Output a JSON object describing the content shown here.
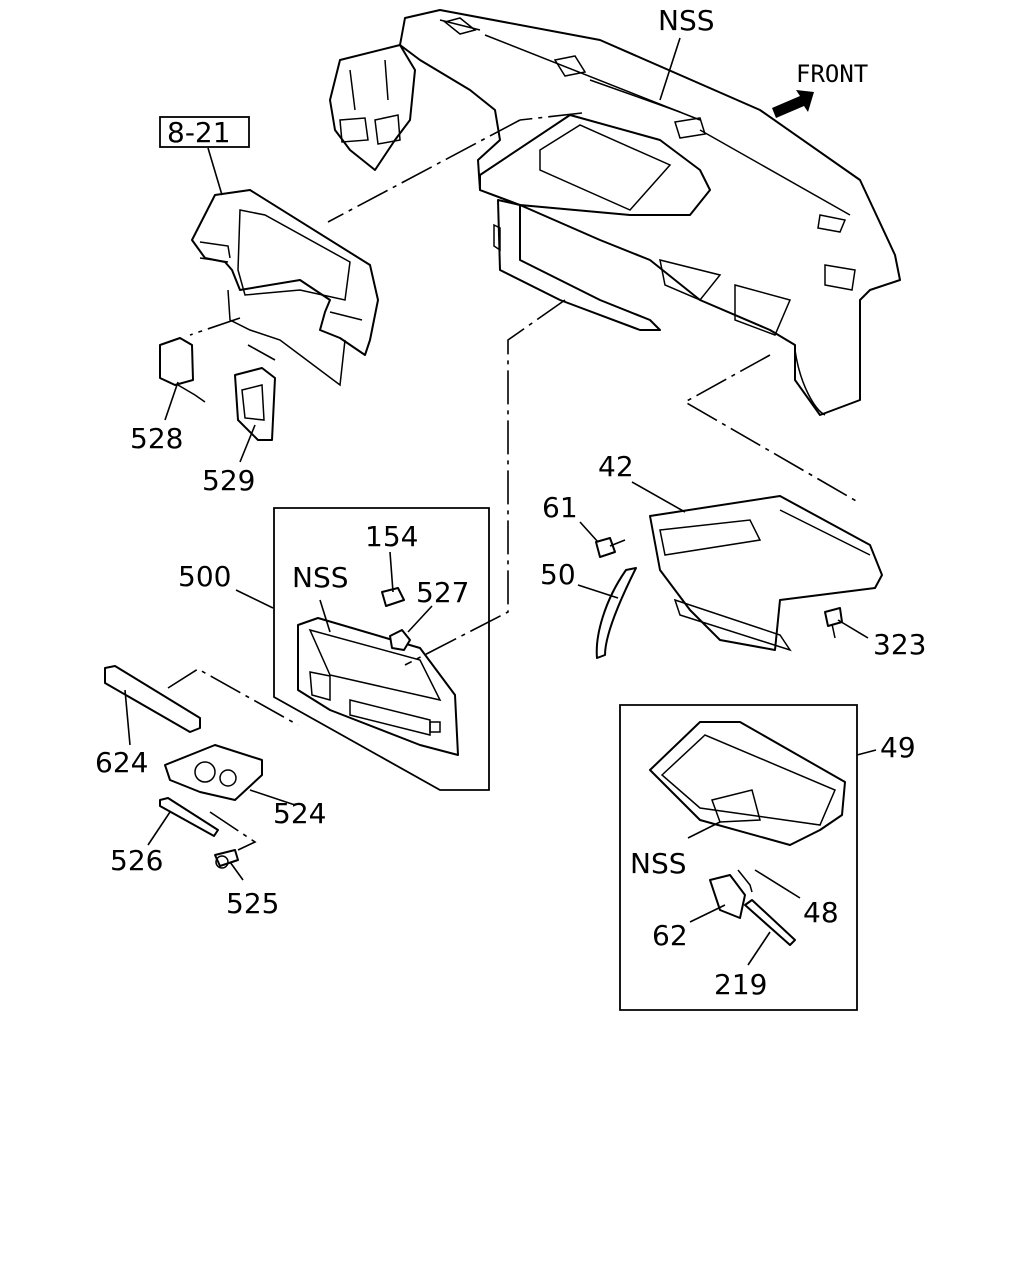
{
  "labels": {
    "dash_panel": "NSS",
    "front": "FRONT",
    "ref": "8-21",
    "p528": "528",
    "p529": "529",
    "p154": "154",
    "p500": "500",
    "nss_bezel": "NSS",
    "p527": "527",
    "p624": "624",
    "p524": "524",
    "p526": "526",
    "p525": "525",
    "p42": "42",
    "p61": "61",
    "p50": "50",
    "p323": "323",
    "p49": "49",
    "nss_lid": "NSS",
    "p48": "48",
    "p62": "62",
    "p219": "219"
  }
}
